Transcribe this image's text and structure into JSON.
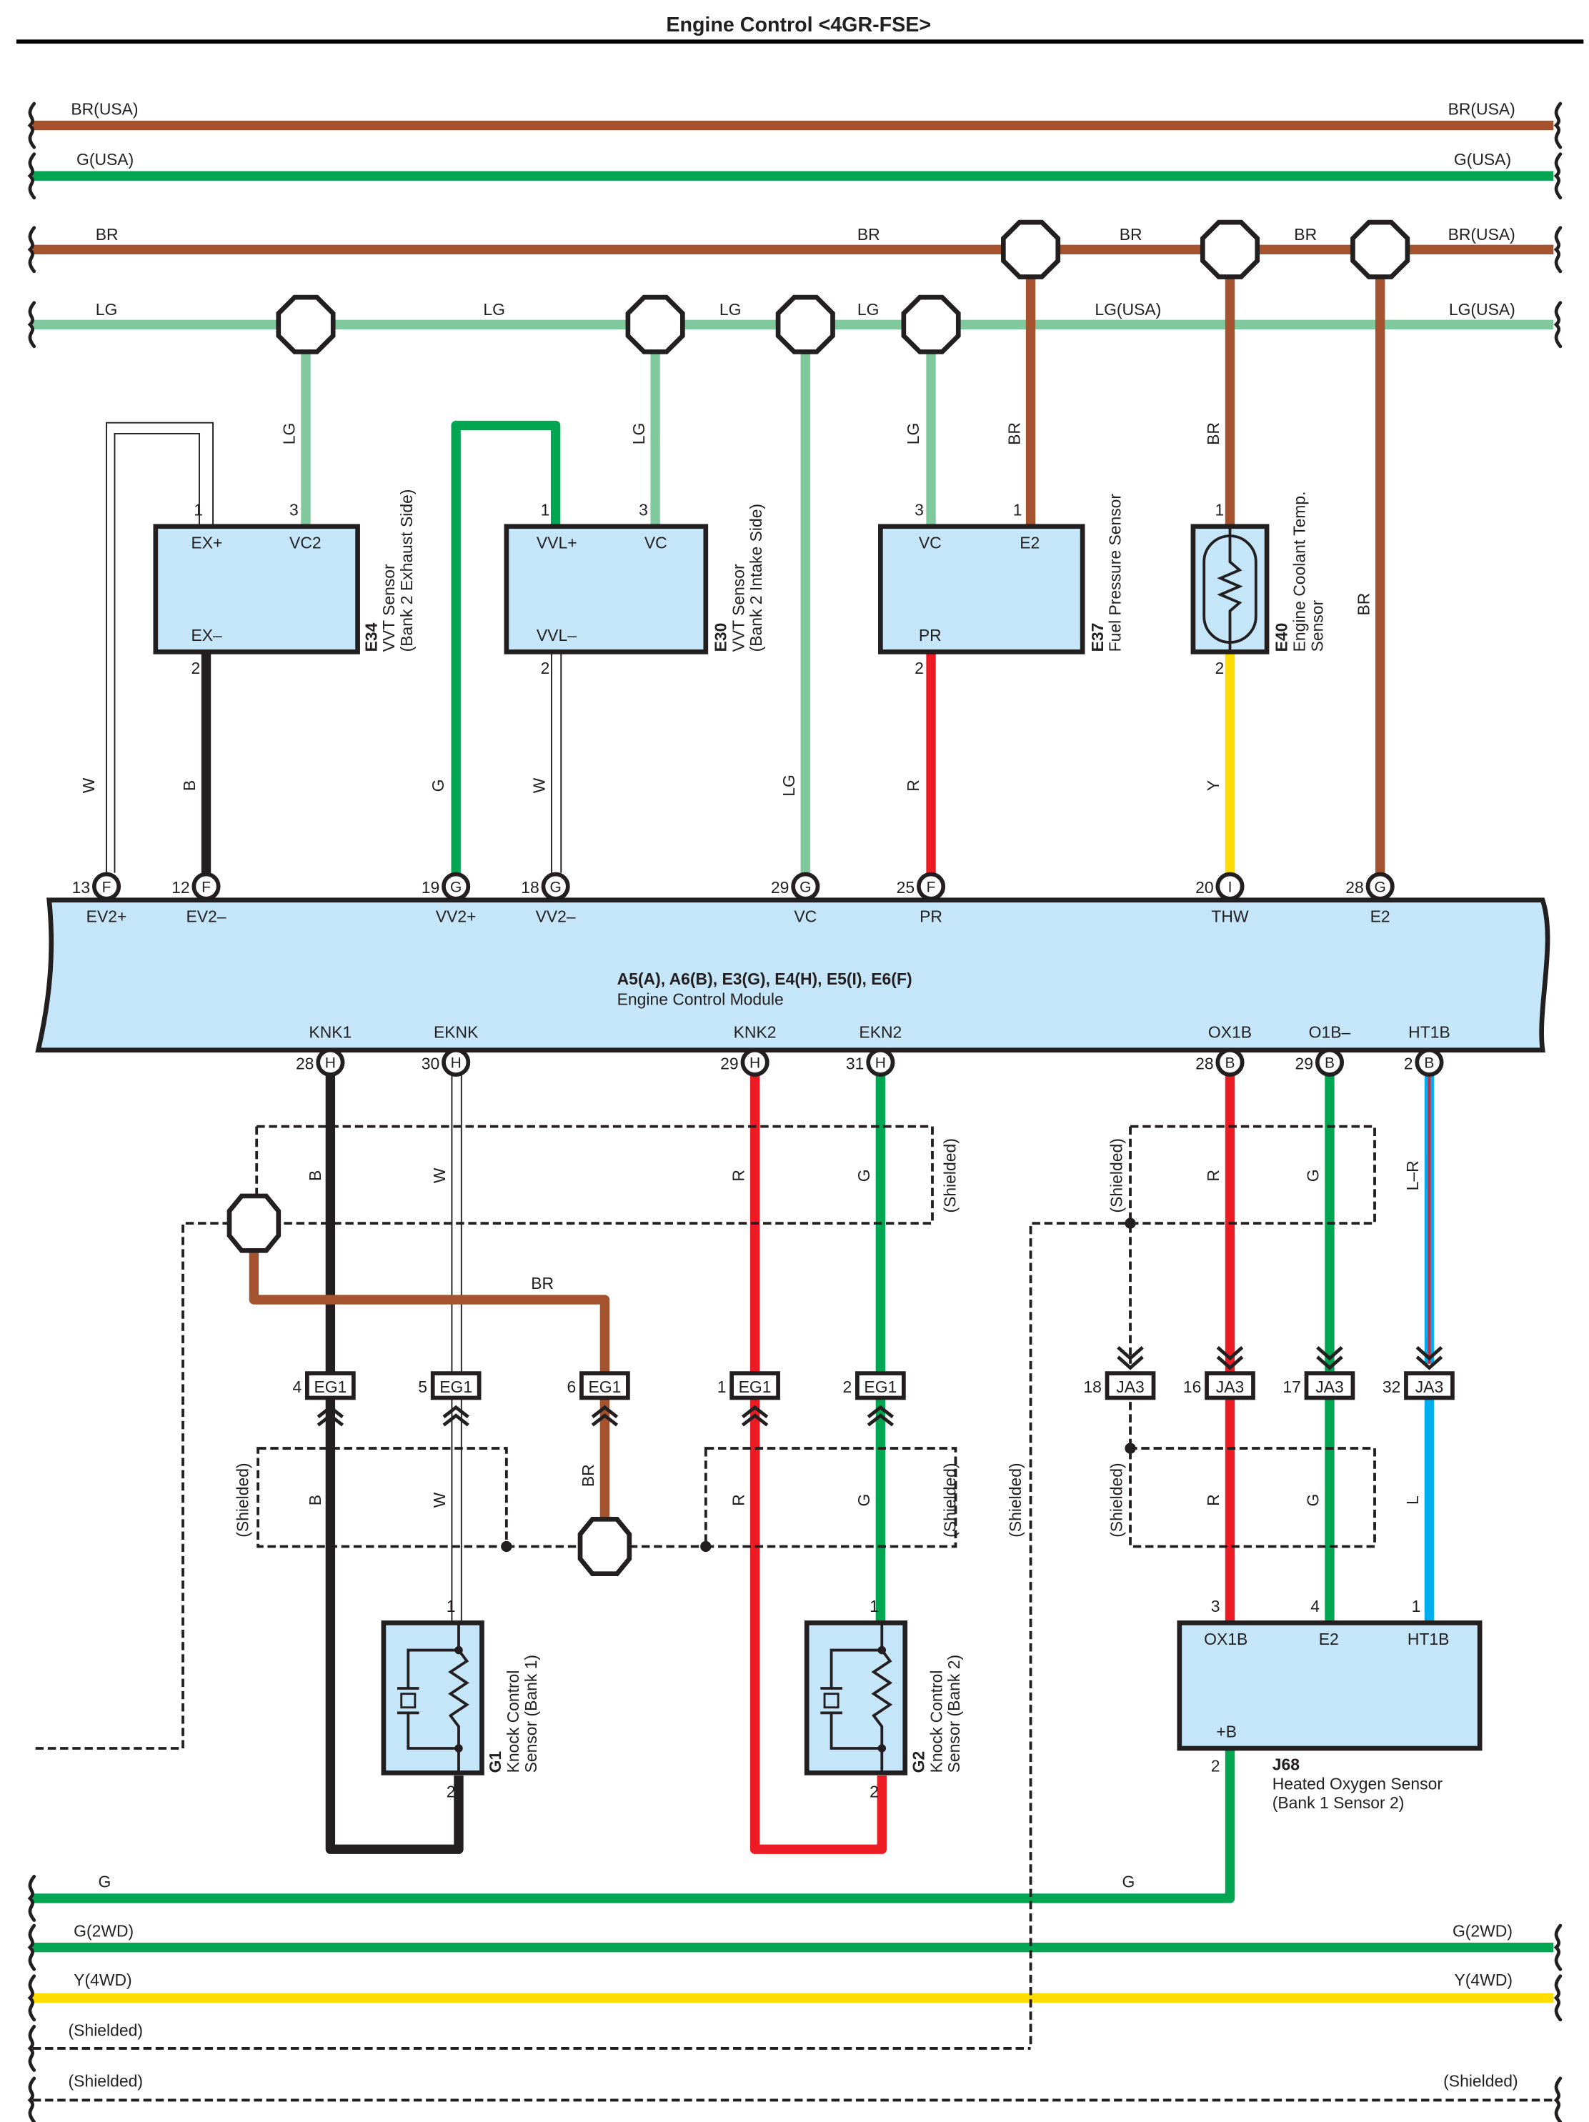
{
  "title": "Engine Control <4GR-FSE>",
  "colors": {
    "BR": "#a5532f",
    "G": "#00a651",
    "LG": "#80c99c",
    "R": "#ed1c24",
    "Y": "#ffdd00",
    "L": "#00aeef",
    "B": "#231f20",
    "W": "#ffffff",
    "component_fill": "#c5e6f8"
  },
  "buses_top": [
    {
      "color": "BR",
      "left_label": "BR(USA)",
      "right_label": "BR(USA)"
    },
    {
      "color": "G",
      "left_label": "G(USA)",
      "right_label": "G(USA)"
    },
    {
      "color": "BR",
      "left_label": "BR",
      "right_label": "BR(USA)",
      "segment_labels": [
        "BR",
        "BR",
        "BR"
      ]
    },
    {
      "color": "LG",
      "left_label": "LG",
      "right_label": "LG(USA)",
      "segment_labels": [
        "LG",
        "LG",
        "LG",
        "LG(USA)"
      ]
    }
  ],
  "buses_bottom": [
    {
      "color": "G",
      "left_label": "G",
      "mid_label": "G"
    },
    {
      "color": "G",
      "left_label": "G(2WD)",
      "right_label": "G(2WD)"
    },
    {
      "color": "Y",
      "left_label": "Y(4WD)",
      "right_label": "Y(4WD)"
    },
    {
      "color": "shield",
      "left_label": "(Shielded)"
    },
    {
      "color": "shield",
      "left_label": "(Shielded)",
      "right_label": "(Shielded)"
    }
  ],
  "components": {
    "e34": {
      "code": "E34",
      "name": "VVT Sensor",
      "sub": "(Bank 2 Exhaust Side)",
      "pins": [
        {
          "num": "1",
          "name": "EX+"
        },
        {
          "num": "3",
          "name": "VC2"
        },
        {
          "num": "2",
          "name": "EX–"
        }
      ]
    },
    "e30": {
      "code": "E30",
      "name": "VVT Sensor",
      "sub": "(Bank 2 Intake Side)",
      "pins": [
        {
          "num": "1",
          "name": "VVL+"
        },
        {
          "num": "3",
          "name": "VC"
        },
        {
          "num": "2",
          "name": "VVL–"
        }
      ]
    },
    "e37": {
      "code": "E37",
      "name": "Fuel Pressure Sensor",
      "pins": [
        {
          "num": "3",
          "name": "VC"
        },
        {
          "num": "1",
          "name": "E2"
        },
        {
          "num": "2",
          "name": "PR"
        }
      ]
    },
    "e40": {
      "code": "E40",
      "name": "Engine Coolant Temp.",
      "sub": "Sensor",
      "pins": [
        {
          "num": "1"
        },
        {
          "num": "2"
        }
      ]
    },
    "g1": {
      "code": "G1",
      "name": "Knock Control",
      "sub": "Sensor (Bank 1)",
      "pins": [
        {
          "num": "1"
        },
        {
          "num": "2"
        }
      ]
    },
    "g2": {
      "code": "G2",
      "name": "Knock Control",
      "sub": "Sensor (Bank 2)",
      "pins": [
        {
          "num": "1"
        },
        {
          "num": "2"
        }
      ]
    },
    "j68": {
      "code": "J68",
      "name": "Heated Oxygen Sensor",
      "sub": "(Bank 1 Sensor 2)",
      "pins": [
        {
          "num": "3",
          "name": "OX1B"
        },
        {
          "num": "4",
          "name": "E2"
        },
        {
          "num": "1",
          "name": "HT1B"
        },
        {
          "num": "2",
          "name": "+B"
        }
      ]
    }
  },
  "ecm": {
    "connectors": "A5(A), A6(B), E3(G), E4(H), E5(I), E6(F)",
    "name": "Engine Control Module",
    "top_pins": [
      {
        "num": "13",
        "conn": "F",
        "name": "EV2+"
      },
      {
        "num": "12",
        "conn": "F",
        "name": "EV2–"
      },
      {
        "num": "19",
        "conn": "G",
        "name": "VV2+"
      },
      {
        "num": "18",
        "conn": "G",
        "name": "VV2–"
      },
      {
        "num": "29",
        "conn": "G",
        "name": "VC"
      },
      {
        "num": "25",
        "conn": "F",
        "name": "PR"
      },
      {
        "num": "20",
        "conn": "I",
        "name": "THW"
      },
      {
        "num": "28",
        "conn": "G",
        "name": "E2"
      }
    ],
    "bottom_pins": [
      {
        "num": "28",
        "conn": "H",
        "name": "KNK1"
      },
      {
        "num": "30",
        "conn": "H",
        "name": "EKNK"
      },
      {
        "num": "29",
        "conn": "H",
        "name": "KNK2"
      },
      {
        "num": "31",
        "conn": "H",
        "name": "EKN2"
      },
      {
        "num": "28",
        "conn": "B",
        "name": "OX1B"
      },
      {
        "num": "29",
        "conn": "B",
        "name": "O1B–"
      },
      {
        "num": "2",
        "conn": "B",
        "name": "HT1B"
      }
    ]
  },
  "wire_labels_upper": [
    "W",
    "B",
    "G",
    "W",
    "LG",
    "R",
    "Y",
    "LG",
    "LG",
    "LG",
    "BR",
    "BR",
    "BR"
  ],
  "wire_labels_lower": {
    "knock_upper": [
      "B",
      "W",
      "R",
      "G"
    ],
    "knock_lower": [
      "B",
      "W",
      "BR",
      "R",
      "G"
    ],
    "brown_link": "BR",
    "o2_upper": [
      "R",
      "G",
      "L–R"
    ],
    "o2_lower": [
      "R",
      "G",
      "L"
    ],
    "shielded": "(Shielded)"
  },
  "eg1_connectors": [
    {
      "num": "4",
      "code": "EG1"
    },
    {
      "num": "5",
      "code": "EG1"
    },
    {
      "num": "6",
      "code": "EG1"
    },
    {
      "num": "1",
      "code": "EG1"
    },
    {
      "num": "2",
      "code": "EG1"
    }
  ],
  "ja3_connectors": [
    {
      "num": "18",
      "code": "JA3"
    },
    {
      "num": "16",
      "code": "JA3"
    },
    {
      "num": "17",
      "code": "JA3"
    },
    {
      "num": "32",
      "code": "JA3"
    }
  ]
}
